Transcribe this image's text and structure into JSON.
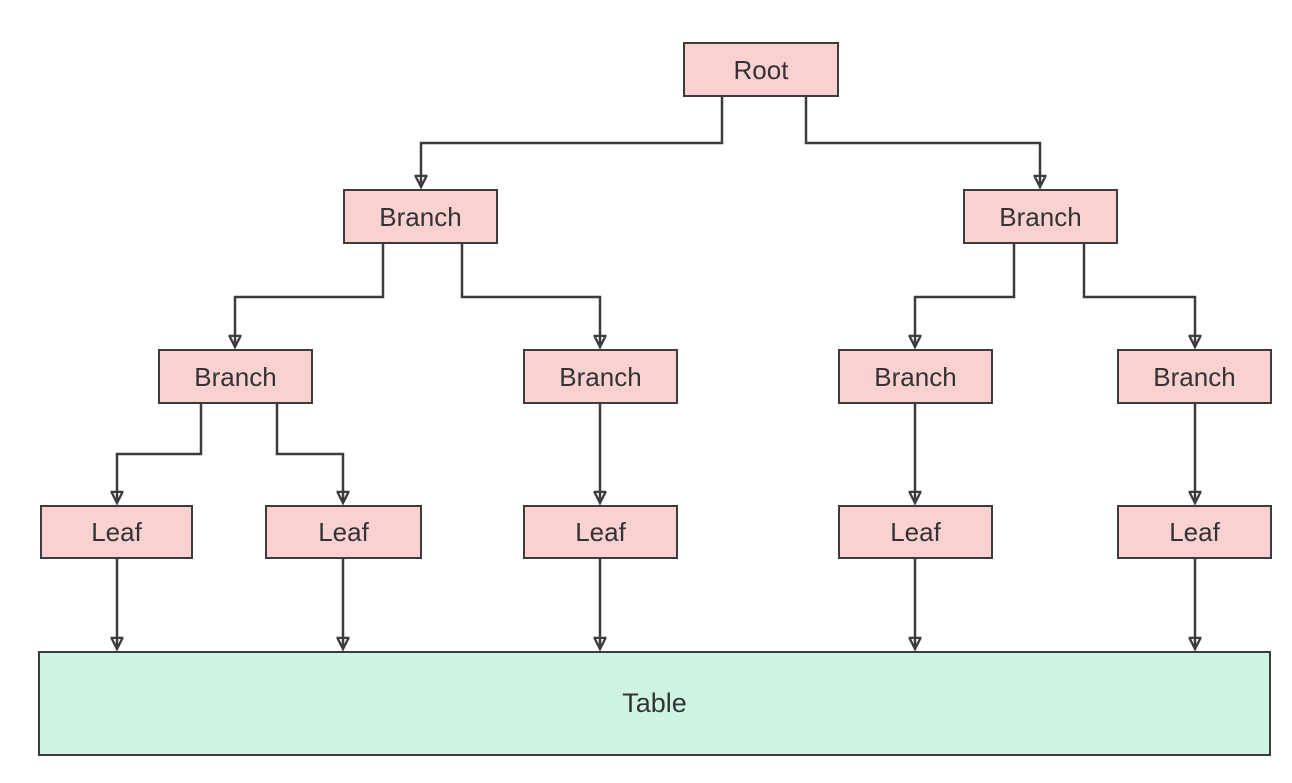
{
  "colors": {
    "background": "#ffffff",
    "node-fill": "#fad1d1",
    "node-stroke": "#3c3c3c",
    "table-fill": "#cff4e4",
    "edge-stroke": "#3c3c3c",
    "text-color": "#333333"
  },
  "diagram": {
    "type": "tree",
    "nodes": [
      {
        "id": "root",
        "level": 0,
        "label": "Root"
      },
      {
        "id": "branch-left",
        "level": 1,
        "label": "Branch"
      },
      {
        "id": "branch-right",
        "level": 1,
        "label": "Branch"
      },
      {
        "id": "branch-ll",
        "level": 2,
        "label": "Branch"
      },
      {
        "id": "branch-lr",
        "level": 2,
        "label": "Branch"
      },
      {
        "id": "branch-rl",
        "level": 2,
        "label": "Branch"
      },
      {
        "id": "branch-rr",
        "level": 2,
        "label": "Branch"
      },
      {
        "id": "leaf-1",
        "level": 3,
        "label": "Leaf"
      },
      {
        "id": "leaf-2",
        "level": 3,
        "label": "Leaf"
      },
      {
        "id": "leaf-3",
        "level": 3,
        "label": "Leaf"
      },
      {
        "id": "leaf-4",
        "level": 3,
        "label": "Leaf"
      },
      {
        "id": "leaf-5",
        "level": 3,
        "label": "Leaf"
      },
      {
        "id": "table",
        "level": 4,
        "label": "Table"
      }
    ],
    "edges": [
      {
        "from": "root",
        "to": "branch-left"
      },
      {
        "from": "root",
        "to": "branch-right"
      },
      {
        "from": "branch-left",
        "to": "branch-ll"
      },
      {
        "from": "branch-left",
        "to": "branch-lr"
      },
      {
        "from": "branch-right",
        "to": "branch-rl"
      },
      {
        "from": "branch-right",
        "to": "branch-rr"
      },
      {
        "from": "branch-ll",
        "to": "leaf-1"
      },
      {
        "from": "branch-ll",
        "to": "leaf-2"
      },
      {
        "from": "branch-lr",
        "to": "leaf-3"
      },
      {
        "from": "branch-rl",
        "to": "leaf-4"
      },
      {
        "from": "branch-rr",
        "to": "leaf-5"
      },
      {
        "from": "leaf-1",
        "to": "table"
      },
      {
        "from": "leaf-2",
        "to": "table"
      },
      {
        "from": "leaf-3",
        "to": "table"
      },
      {
        "from": "leaf-4",
        "to": "table"
      },
      {
        "from": "leaf-5",
        "to": "table"
      }
    ]
  }
}
